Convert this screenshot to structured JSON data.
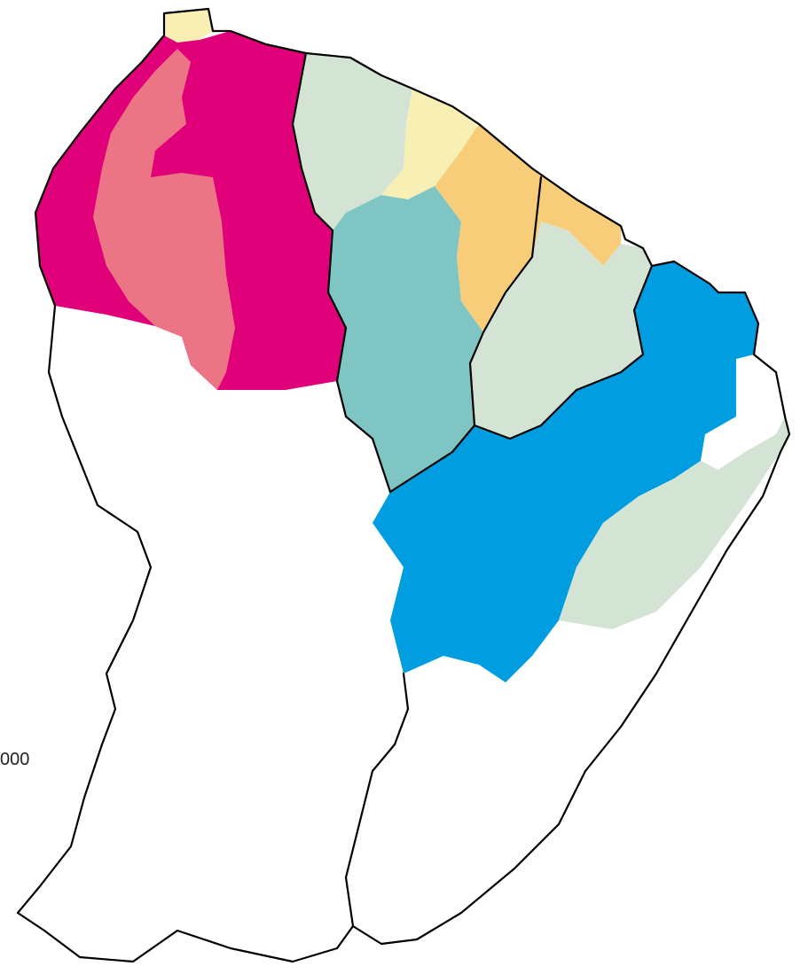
{
  "legend": {
    "fragment_text": "000"
  },
  "colors": {
    "magenta": "#e0007a",
    "salmon": "#ec7585",
    "pale_green": "#d4e4d4",
    "pale_yellow": "#f8efb4",
    "orange": "#f7cd79",
    "teal": "#7fc5c3",
    "blue": "#009ee0",
    "no_data": "#ffffff",
    "border": "#000000"
  },
  "map": {
    "regions": [
      {
        "name": "northwest-magenta",
        "color_key": "magenta"
      },
      {
        "name": "northwest-salmon",
        "color_key": "salmon"
      },
      {
        "name": "northwest-tip-yellow",
        "color_key": "pale_yellow"
      },
      {
        "name": "north-central-green",
        "color_key": "pale_green"
      },
      {
        "name": "north-coast-yellow",
        "color_key": "pale_yellow"
      },
      {
        "name": "north-coast-orange",
        "color_key": "orange"
      },
      {
        "name": "central-teal",
        "color_key": "teal"
      },
      {
        "name": "east-central-green",
        "color_key": "pale_green"
      },
      {
        "name": "east-blue",
        "color_key": "blue"
      },
      {
        "name": "southeast-green",
        "color_key": "pale_green"
      },
      {
        "name": "east-coast-white",
        "color_key": "no_data"
      },
      {
        "name": "south-west-white",
        "color_key": "no_data"
      },
      {
        "name": "south-east-white",
        "color_key": "no_data"
      }
    ]
  }
}
